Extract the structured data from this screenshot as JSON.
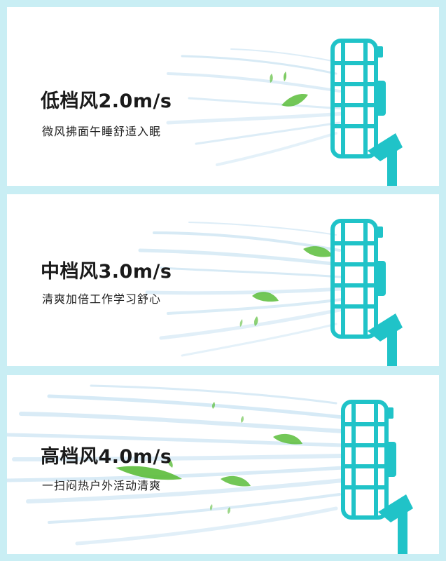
{
  "panels": [
    {
      "title": "低档风2.0m/s",
      "subtitle": "微风拂面午睡舒适入眠"
    },
    {
      "title": "中档风3.0m/s",
      "subtitle": "清爽加倍工作学习舒心"
    },
    {
      "title": "高档风4.0m/s",
      "subtitle": "一扫闷热户外活动清爽"
    }
  ],
  "colors": {
    "background": "#c9eef4",
    "fan": "#20c3c8",
    "wind": "#b9dcef",
    "leaf": "#5bbd3a"
  },
  "icons": [
    "desk-fan-icon",
    "wind-streak-icon",
    "leaf-icon"
  ]
}
